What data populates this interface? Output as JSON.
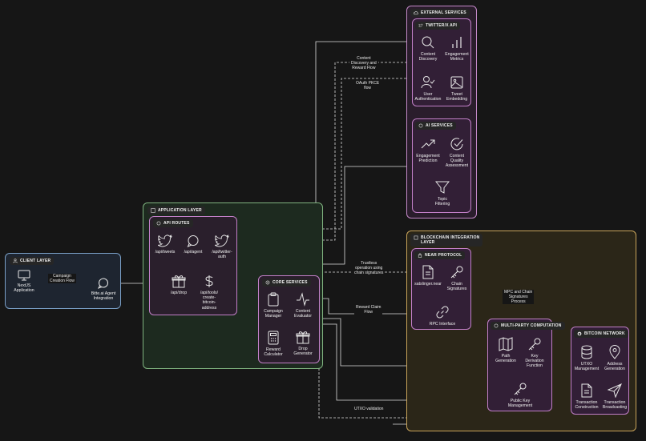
{
  "layers": {
    "client": {
      "title": "CLIENT LAYER",
      "nextjs": "NextJS\nApplication",
      "bitte_agent": "Bitte.ai Agent\nIntegration"
    },
    "application": {
      "title": "APPLICATION LAYER",
      "api_routes": {
        "title": "API ROUTES",
        "tweets": "/api/tweets",
        "agent": "/api/agent",
        "twitter_auth": "/api/twitter-\nauth",
        "drop": "/api/drop",
        "create_btc": "/api/tools/\ncreate-\nbitcoin-\naddress"
      },
      "core_services": {
        "title": "CORE SERVICES",
        "campaign_manager": "Campaign\nManager",
        "content_evaluator": "Content\nEvaluator",
        "reward_calculator": "Reward\nCalculator",
        "drop_generator": "Drop\nGenerator"
      }
    },
    "external": {
      "title": "EXTERNAL SERVICES",
      "twitterx": {
        "title": "TWITTER/X API",
        "content_discovery": "Content\nDiscovery",
        "engagement_metrics": "Engagement\nMetrics",
        "user_auth": "User\nAuthentication",
        "tweet_embedding": "Tweet\nEmbedding"
      },
      "ai": {
        "title": "AI SERVICES",
        "engagement_prediction": "Engagement\nPrediction",
        "content_quality": "Content\nQuality\nAssessment",
        "topic_filtering": "Topic\nFiltering"
      }
    },
    "blockchain": {
      "title": "BLOCKCHAIN INTEGRATION\nLAYER",
      "near": {
        "title": "NEAR PROTOCOL",
        "satslinger": "satslinger.near",
        "chain_signatures": "Chain\nSignatures",
        "rpc_interface": "RPC Interface"
      },
      "mpc": {
        "title": "MULTI-PARTY COMPUTATION",
        "path_generation": "Path\nGeneration",
        "key_derivation": "Key\nDerivation\nFunction",
        "public_key": "Public Key\nManagement"
      },
      "bitcoin": {
        "title": "BITCOIN NETWORK",
        "utxo_management": "UTXO\nManagement",
        "address_generation": "Address\nGeneration",
        "transaction_construction": "Transaction\nConstruction",
        "transaction_broadcasting": "Transaction\nBroadcasting"
      }
    }
  },
  "flows": {
    "campaign_creation": "Campaign\nCreation Flow",
    "content_discovery": "Content\nDiscovery and\nReward Flow",
    "oauth": "OAuth PKCE\nflow",
    "trustless": "Trustless\noperation using\nchain signatures",
    "reward_claim": "Reward Claim\nFlow",
    "mpc_chain": "MPC and Chain\nSignatures\nProcess",
    "utxo_validation": "UTXO validation"
  },
  "colors": {
    "background": "#161616",
    "client_border": "#7aa0c8",
    "application_border": "#7fb37f",
    "external_border": "#c58ac9",
    "blockchain_border": "#c9a45a",
    "subgroup_border": "#c27fc8"
  }
}
